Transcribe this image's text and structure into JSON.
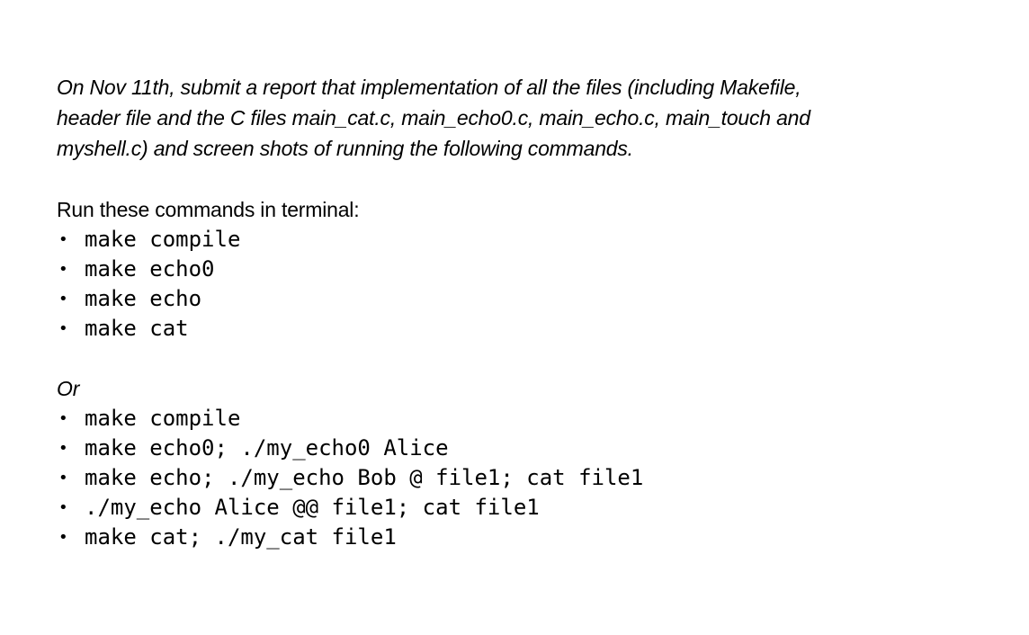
{
  "intro": {
    "lines": [
      "On Nov 11th, submit a report that implementation of all the files (including Makefile,",
      "header file and the C files main_cat.c, main_echo0.c, main_echo.c, main_touch and",
      "myshell.c) and screen shots of running the following commands."
    ]
  },
  "section1": {
    "heading": "Run these commands in terminal:",
    "commands": [
      "make compile",
      "make echo0",
      "make echo",
      "make cat"
    ]
  },
  "section2": {
    "heading": "Or",
    "commands": [
      "make compile",
      "make echo0; ./my_echo0 Alice",
      "make echo; ./my_echo Bob @ file1; cat file1",
      "./my_echo Alice @@ file1; cat file1",
      "make cat; ./my_cat file1"
    ]
  },
  "bullet_glyph": "•"
}
